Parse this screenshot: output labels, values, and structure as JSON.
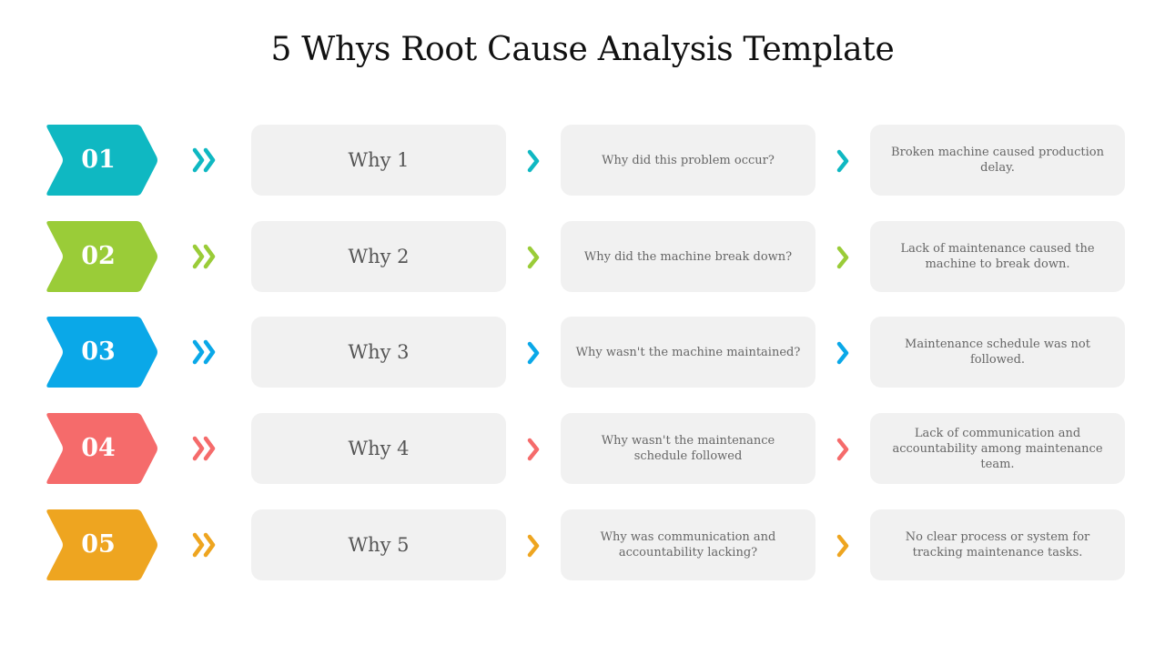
{
  "title": "5 Whys Root Cause Analysis Template",
  "rows": [
    {
      "number": "01",
      "color": "#0FB8C2",
      "why": "Why 1",
      "question": "Why did this problem occur?",
      "answer": "Broken machine caused production delay."
    },
    {
      "number": "02",
      "color": "#9ACC38",
      "why": "Why 2",
      "question": "Why did the machine break down?",
      "answer": "Lack of maintenance caused the machine to break down."
    },
    {
      "number": "03",
      "color": "#0AA8E8",
      "why": "Why 3",
      "question": "Why wasn't the machine maintained?",
      "answer": "Maintenance schedule was not followed."
    },
    {
      "number": "04",
      "color": "#F56B6B",
      "why": "Why 4",
      "question": "Why wasn't the maintenance schedule followed",
      "answer": "Lack of communication and accountability among maintenance team."
    },
    {
      "number": "05",
      "color": "#EEA520",
      "why": "Why 5",
      "question": "Why was communication and accountability lacking?",
      "answer": "No clear process or system for tracking maintenance tasks."
    }
  ]
}
